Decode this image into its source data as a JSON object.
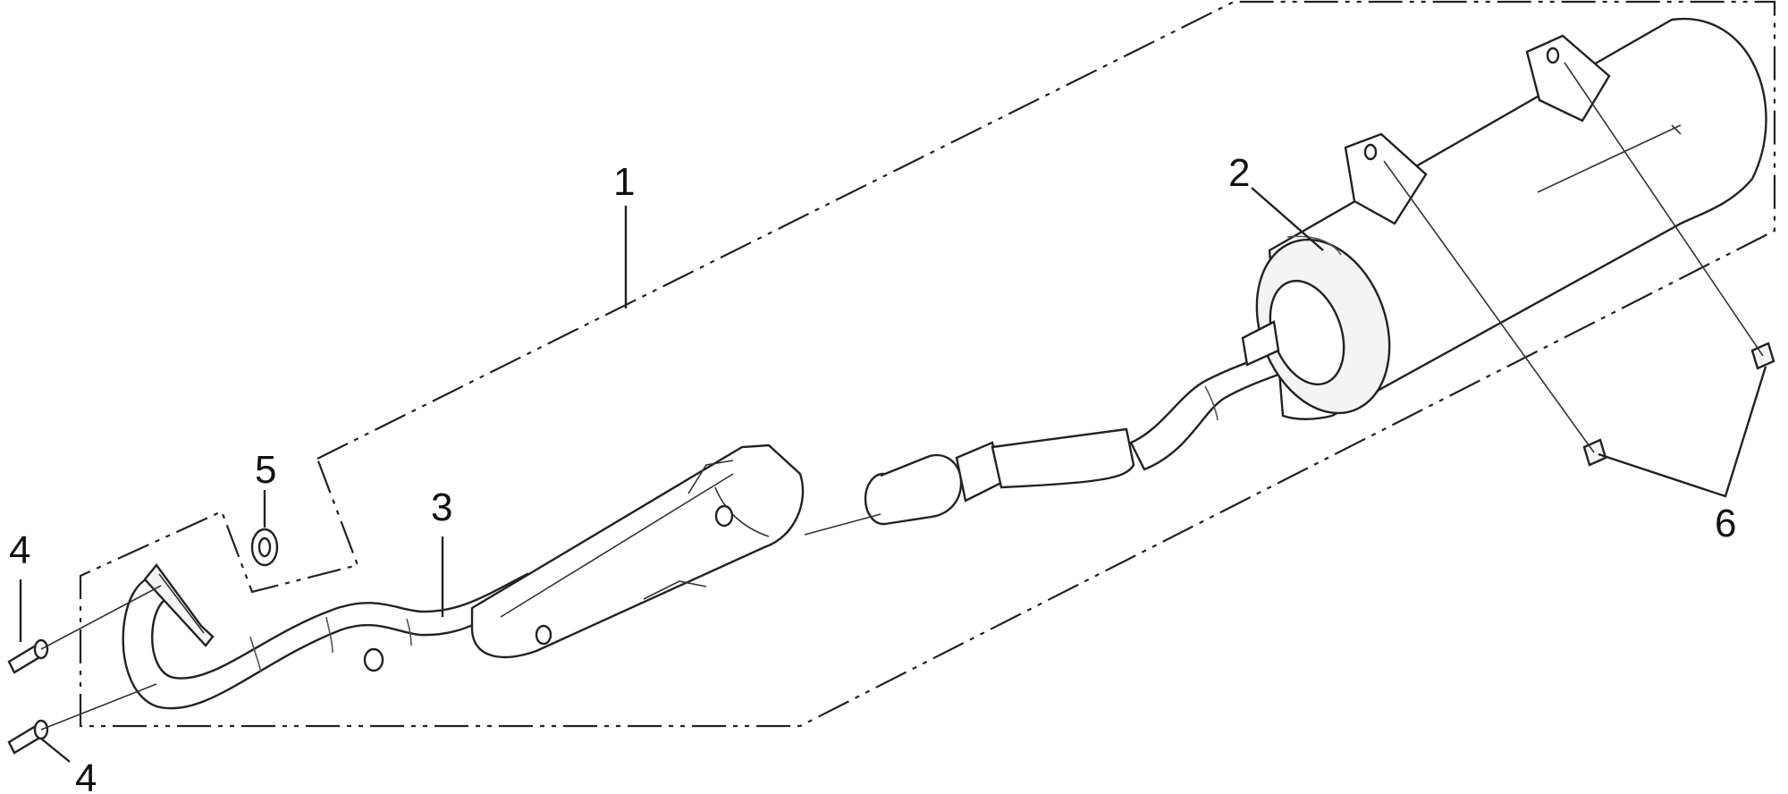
{
  "diagram": {
    "type": "exploded parts diagram",
    "callouts": {
      "c1": "1",
      "c2": "2",
      "c3": "3",
      "c4_upper": "4",
      "c4_lower": "4",
      "c5": "5",
      "c6": "6"
    }
  }
}
